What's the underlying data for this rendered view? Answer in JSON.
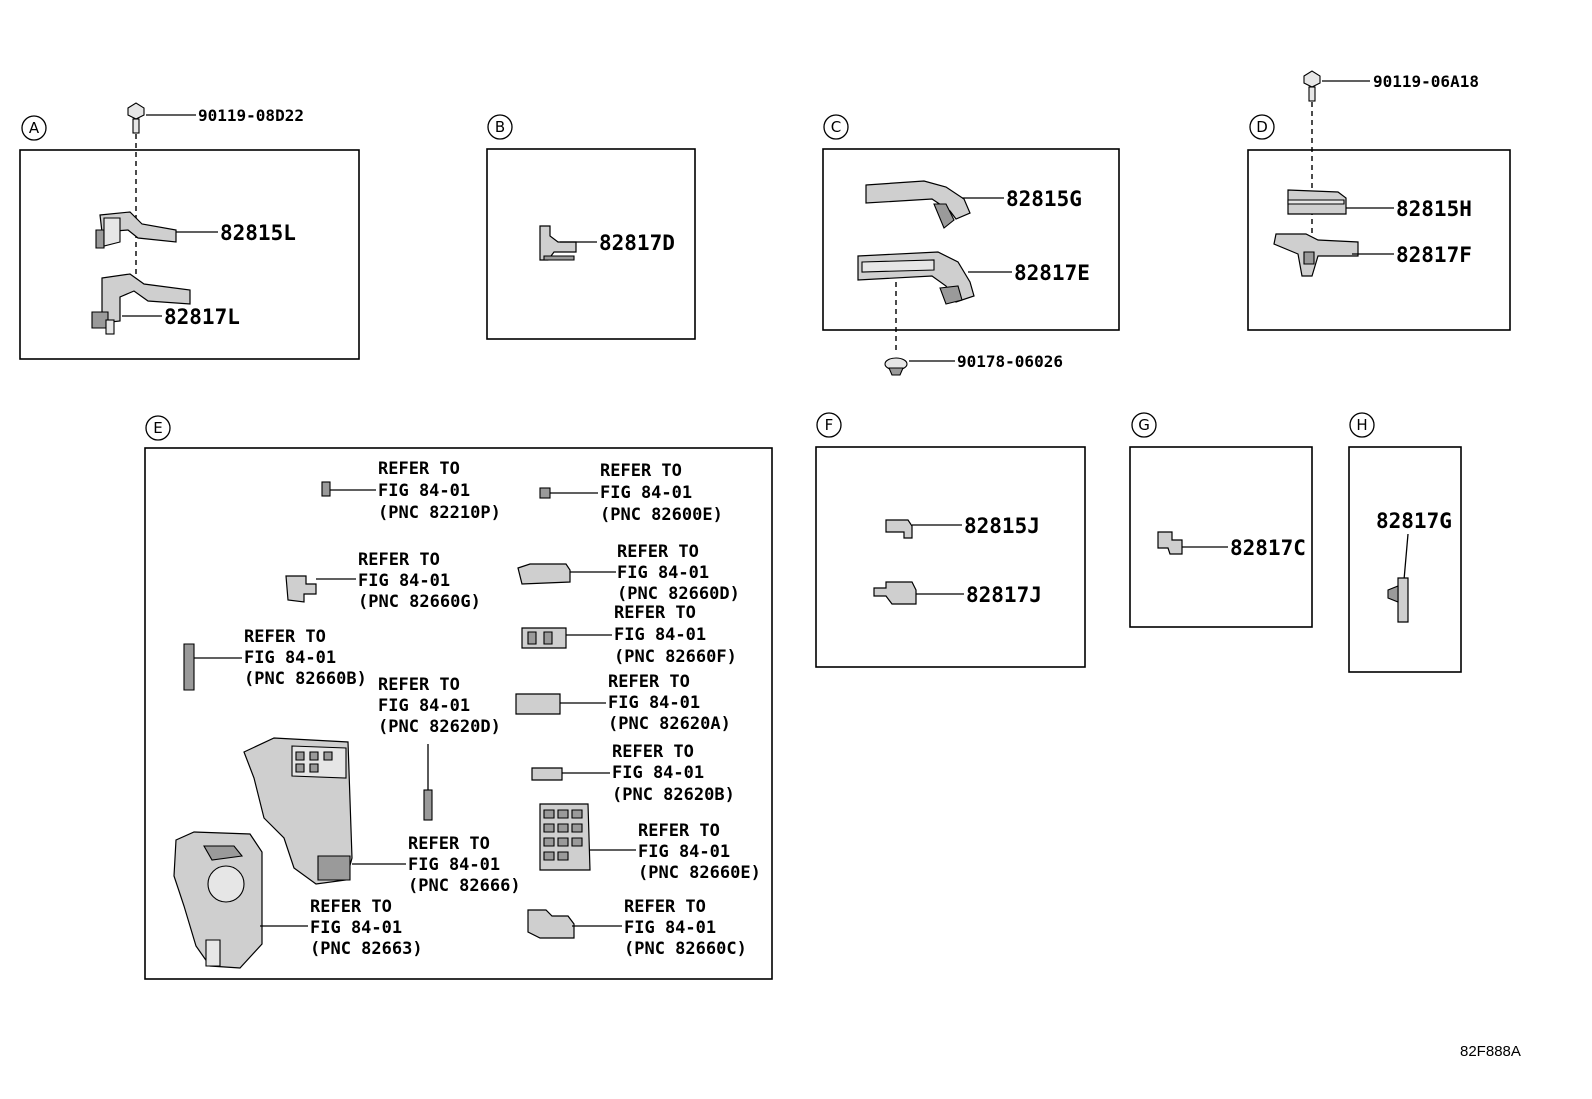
{
  "sections": {
    "A": {
      "letter": "A",
      "fastener": "90119-08D22",
      "parts": [
        "82815L",
        "82817L"
      ]
    },
    "B": {
      "letter": "B",
      "parts": [
        "82817D"
      ]
    },
    "C": {
      "letter": "C",
      "parts": [
        "82815G",
        "82817E"
      ],
      "fastener": "90178-06026"
    },
    "D": {
      "letter": "D",
      "fastener": "90119-06A18",
      "parts": [
        "82815H",
        "82817F"
      ]
    },
    "E": {
      "letter": "E",
      "refs": [
        {
          "l1": "REFER TO",
          "l2": "FIG 84-01",
          "l3": "(PNC 82210P)"
        },
        {
          "l1": "REFER TO",
          "l2": "FIG 84-01",
          "l3": "(PNC 82600E)"
        },
        {
          "l1": "REFER TO",
          "l2": "FIG 84-01",
          "l3": "(PNC 82660G)"
        },
        {
          "l1": "REFER TO",
          "l2": "FIG 84-01",
          "l3": "(PNC 82660D)"
        },
        {
          "l1": "REFER TO",
          "l2": "FIG 84-01",
          "l3": "(PNC 82660F)"
        },
        {
          "l1": "REFER TO",
          "l2": "FIG 84-01",
          "l3": "(PNC 82660B)"
        },
        {
          "l1": "REFER TO",
          "l2": "FIG 84-01",
          "l3": "(PNC 82620D)"
        },
        {
          "l1": "REFER TO",
          "l2": "FIG 84-01",
          "l3": "(PNC 82620A)"
        },
        {
          "l1": "REFER TO",
          "l2": "FIG 84-01",
          "l3": "(PNC 82620B)"
        },
        {
          "l1": "REFER TO",
          "l2": "FIG 84-01",
          "l3": "(PNC 82666)"
        },
        {
          "l1": "REFER TO",
          "l2": "FIG 84-01",
          "l3": "(PNC 82660E)"
        },
        {
          "l1": "REFER TO",
          "l2": "FIG 84-01",
          "l3": "(PNC 82663)"
        },
        {
          "l1": "REFER TO",
          "l2": "FIG 84-01",
          "l3": "(PNC 82660C)"
        }
      ]
    },
    "F": {
      "letter": "F",
      "parts": [
        "82815J",
        "82817J"
      ]
    },
    "G": {
      "letter": "G",
      "parts": [
        "82817C"
      ]
    },
    "H": {
      "letter": "H",
      "parts": [
        "82817G"
      ]
    }
  },
  "diagram_code": "82F888A"
}
